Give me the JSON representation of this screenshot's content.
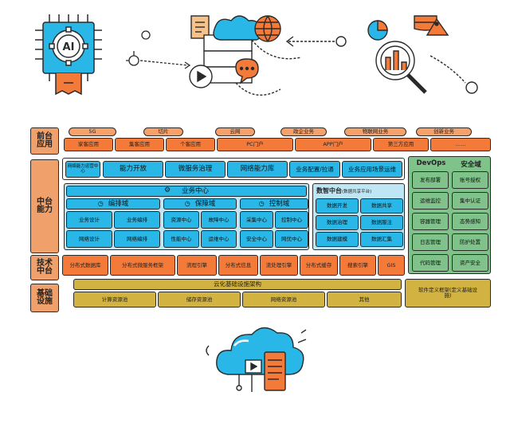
{
  "layers": {
    "front": "前台应用",
    "middle": "中台能力",
    "tech": "技术中台",
    "infra": "基础设施"
  },
  "front": {
    "channels": [
      "5G",
      "切片",
      "云网",
      "政企业务",
      "物联网业务",
      "创新业务"
    ],
    "apps": [
      "家客应用",
      "集客应用",
      "个客应用",
      "PC门户",
      "APP门户",
      "第三方应用",
      "……"
    ]
  },
  "capability": {
    "items": [
      "网络能力运营中心",
      "能力开放",
      "微服务治理",
      "网络能力库",
      "业务配置/拉通",
      "业务应用场景运维"
    ]
  },
  "business": {
    "title": "业务中心",
    "domains": [
      {
        "title": "编排域",
        "items": [
          "业务设计",
          "业务编排",
          "网络设计",
          "网络编排"
        ]
      },
      {
        "title": "保障域",
        "items": [
          "资源中心",
          "故障中心",
          "性能中心",
          "运维中心"
        ]
      },
      {
        "title": "控制域",
        "items": [
          "采集中心",
          "控制中心",
          "安全中心",
          "网优中心"
        ]
      }
    ]
  },
  "data_platform": {
    "title": "数智中台",
    "subtitle": "(数据共享平台)",
    "items": [
      "数据开发",
      "数据共享",
      "数据治理",
      "数据服注",
      "数据建模",
      "数据汇集"
    ]
  },
  "devops": {
    "title": "DevOps",
    "items": [
      "发布部署",
      "运维监控",
      "容器管理",
      "日志管理",
      "代码管理"
    ]
  },
  "security": {
    "title": "安全域",
    "items": [
      "账号授权",
      "集中认证",
      "态势感知",
      "防护处置",
      "资产安全"
    ]
  },
  "tech": {
    "items": [
      "分布式数据库",
      "分布式微服务框架",
      "流程引擎",
      "分布式信息",
      "流处理引擎",
      "分布式缓存",
      "搜索引擎",
      "GIS"
    ]
  },
  "infra": {
    "title": "云化基础设施架构",
    "pools": [
      "计算资源池",
      "储存资源池",
      "网络资源池",
      "其他"
    ],
    "sdn": "软件定义框架(定义基础设施)"
  },
  "icons": {
    "top": [
      "ai-chip-gear-icon",
      "documents-media-globe-icon",
      "magnifier-chart-icon"
    ],
    "bottom": "cloud-server-icon"
  },
  "colors": {
    "orange": "#f47a3a",
    "blue": "#29b7e8",
    "green": "#7fc38a",
    "gold": "#d2b240"
  }
}
